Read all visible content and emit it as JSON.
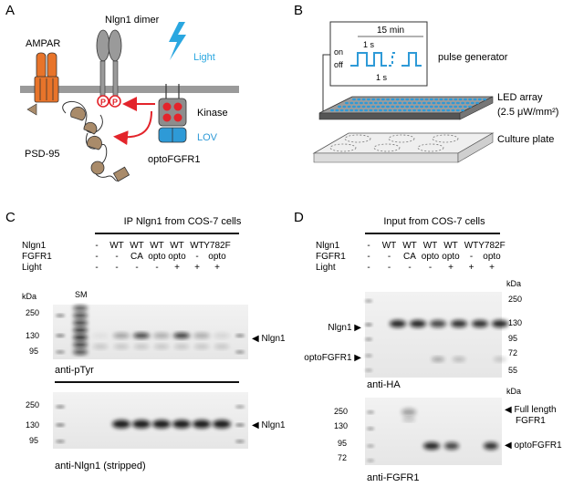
{
  "panel_letters": {
    "a": "A",
    "b": "B",
    "c": "C",
    "d": "D"
  },
  "panel_a": {
    "ampar": "AMPAR",
    "nlgn1_dimer": "Nlgn1 dimer",
    "light": "Light",
    "kinase": "Kinase",
    "psd95": "PSD-95",
    "lov": "LOV",
    "optofgfr1": "optoFGFR1",
    "p": "P",
    "colors": {
      "light_blue": "#2aa7e0",
      "phospho_red": "#e3242b",
      "ampar_orange": "#e8742a",
      "lov_blue": "#2e9ad7"
    }
  },
  "panel_b": {
    "duration": "15 min",
    "on": "on",
    "off": "off",
    "pulse_on": "1 s",
    "pulse_off": "1 s",
    "pulse_generator": "pulse generator",
    "led_array": "LED array",
    "led_power": "(2.5 μW/mm²)",
    "culture_plate": "Culture plate"
  },
  "panel_c": {
    "header": "IP Nlgn1 from COS-7 cells",
    "row_labels": [
      "Nlgn1",
      "FGFR1",
      "Light"
    ],
    "lanes": [
      {
        "nlgn1": "-",
        "fgfr1": "-",
        "light": "-"
      },
      {
        "nlgn1": "WT",
        "fgfr1": "-",
        "light": "-"
      },
      {
        "nlgn1": "WT",
        "fgfr1": "CA",
        "light": "-"
      },
      {
        "nlgn1": "WT",
        "fgfr1": "opto",
        "light": "-"
      },
      {
        "nlgn1": "WT",
        "fgfr1": "opto",
        "light": "+"
      },
      {
        "nlgn1": "WT",
        "fgfr1": "-",
        "light": "+"
      },
      {
        "nlgn1": "Y782F",
        "fgfr1": "opto",
        "light": "+"
      }
    ],
    "blot1": {
      "kda": "kDa",
      "sm": "SM",
      "markers": [
        "250",
        "130",
        "95"
      ],
      "band_label": "◀ Nlgn1",
      "antibody": "anti-pTyr"
    },
    "blot2": {
      "markers": [
        "250",
        "130",
        "95"
      ],
      "band_label": "◀ Nlgn1",
      "antibody": "anti-Nlgn1 (stripped)"
    }
  },
  "panel_d": {
    "header": "Input from COS-7 cells",
    "row_labels": [
      "Nlgn1",
      "FGFR1",
      "Light"
    ],
    "lanes": [
      {
        "nlgn1": "-",
        "fgfr1": "-",
        "light": "-"
      },
      {
        "nlgn1": "WT",
        "fgfr1": "-",
        "light": "-"
      },
      {
        "nlgn1": "WT",
        "fgfr1": "CA",
        "light": "-"
      },
      {
        "nlgn1": "WT",
        "fgfr1": "opto",
        "light": "-"
      },
      {
        "nlgn1": "WT",
        "fgfr1": "opto",
        "light": "+"
      },
      {
        "nlgn1": "WT",
        "fgfr1": "-",
        "light": "+"
      },
      {
        "nlgn1": "Y782F",
        "fgfr1": "opto",
        "light": "+"
      }
    ],
    "blot1": {
      "kda": "kDa",
      "markers": [
        "250",
        "130",
        "95",
        "72",
        "55"
      ],
      "left_labels": [
        "Nlgn1 ▶",
        "optoFGFR1 ▶"
      ],
      "antibody": "anti-HA"
    },
    "blot2": {
      "kda": "kDa",
      "markers": [
        "250",
        "130",
        "95",
        "72"
      ],
      "right_labels": [
        "◀ Full length",
        "FGFR1",
        "◀ optoFGFR1"
      ],
      "antibody": "anti-FGFR1"
    }
  }
}
